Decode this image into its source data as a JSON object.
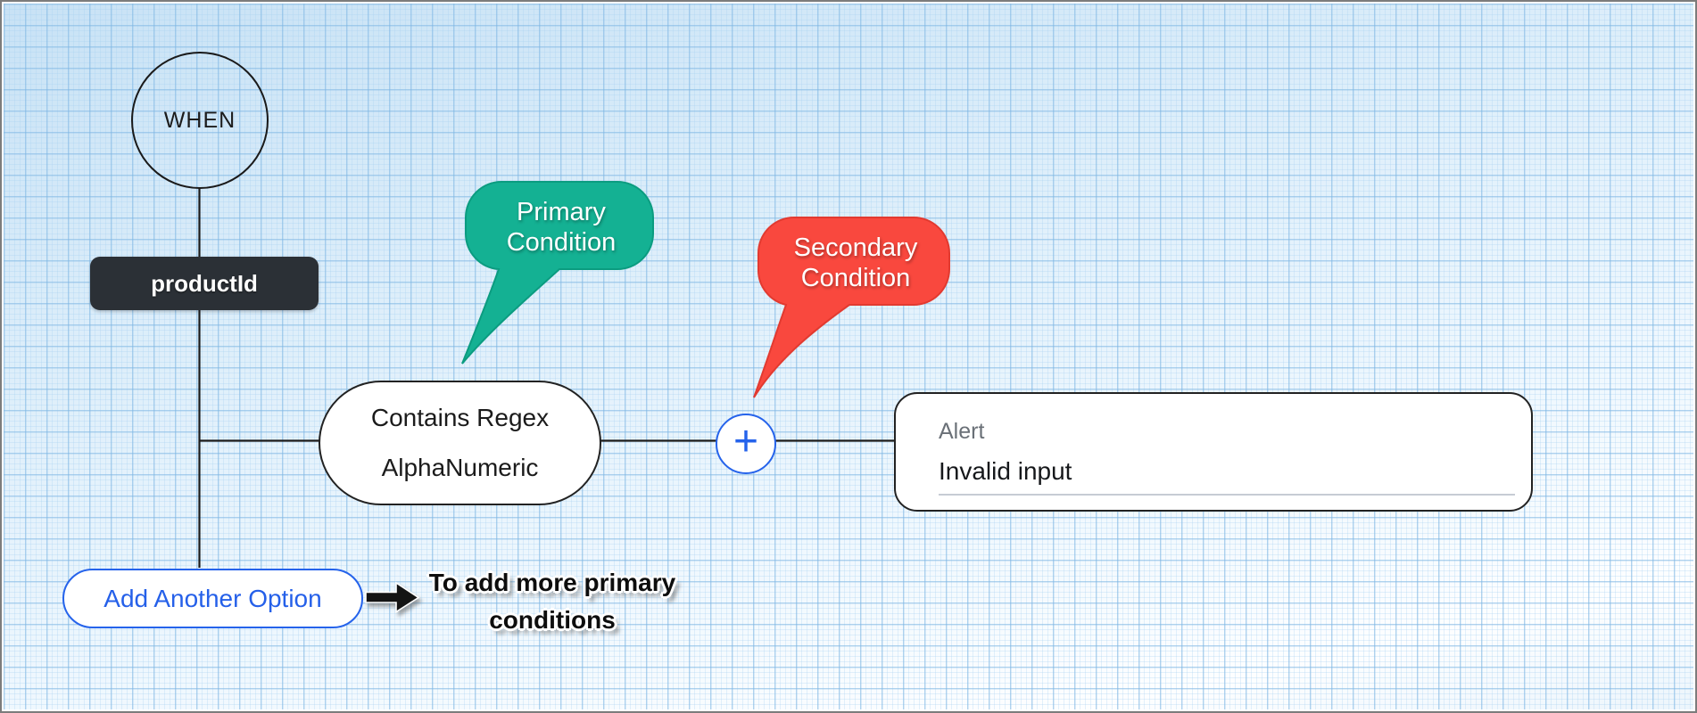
{
  "app": {
    "name": "rule-builder-flow"
  },
  "nodes": {
    "when": {
      "label": "WHEN"
    },
    "field": {
      "label": "productId"
    },
    "condition": {
      "line1": "Contains Regex",
      "line2": "AlphaNumeric"
    },
    "add_condition": {
      "plus": "+"
    },
    "alert": {
      "label": "Alert",
      "value": "Invalid input"
    },
    "add_option": {
      "label": "Add Another Option"
    }
  },
  "callouts": {
    "primary": {
      "line1": "Primary",
      "line2": "Condition",
      "color": "#14b193",
      "border_color": "#0b9c80"
    },
    "secondary": {
      "line1": "Secondary",
      "line2": "Condition",
      "color": "#f9483e",
      "border_color": "#e23a30"
    }
  },
  "annotation": {
    "line1": "To add more primary",
    "line2": "conditions"
  },
  "colors": {
    "accent_blue": "#2563eb",
    "connector": "#1a1a1a",
    "node_dark": "#2b3036",
    "grid_major": "#7db5e2",
    "grid_minor": "#a6d0f1",
    "alert_label_gray": "#6a7077"
  }
}
